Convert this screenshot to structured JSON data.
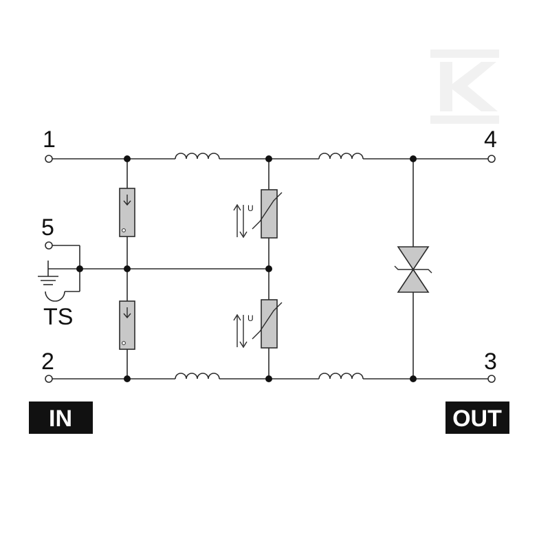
{
  "diagram": {
    "terminals": {
      "t1": "1",
      "t2": "2",
      "t3": "3",
      "t4": "4",
      "t5": "5",
      "ts": "TS"
    },
    "tags": {
      "in": "IN",
      "out": "OUT"
    },
    "varistor_mark": "U",
    "colors": {
      "component_fill": "#c8c8c8",
      "line": "#2a2a2a",
      "tag_background": "#111111",
      "tag_text": "#ffffff",
      "watermark": "#e6e6e6"
    },
    "logo": "K"
  }
}
